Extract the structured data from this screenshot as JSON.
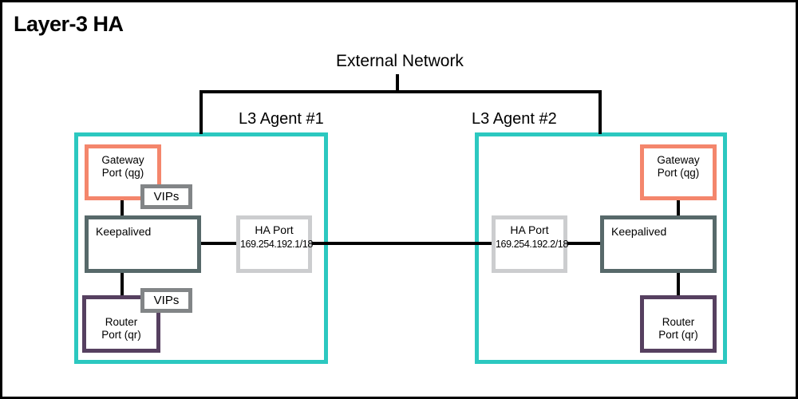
{
  "title": "Layer-3 HA",
  "external_network_label": "External Network",
  "agent1": {
    "label": "L3 Agent #1",
    "gateway_line1": "Gateway",
    "gateway_line2": "Port (qg)",
    "keepalived": "Keepalived",
    "ha_port_name": "HA Port",
    "ha_port_cidr": "169.254.192.1/18",
    "router_line1": "Router",
    "router_line2": "Port (qr)",
    "vips_top": "VIPs",
    "vips_bottom": "VIPs"
  },
  "agent2": {
    "label": "L3 Agent #2",
    "gateway_line1": "Gateway",
    "gateway_line2": "Port (qg)",
    "keepalived": "Keepalived",
    "ha_port_name": "HA Port",
    "ha_port_cidr": "169.254.192.2/18",
    "router_line1": "Router",
    "router_line2": "Port (qr)"
  },
  "colors": {
    "teal": "#2CC8C0",
    "salmon": "#F4866C",
    "slate": "#57696A",
    "purple": "#564060",
    "vips_gray": "#828587",
    "ha_gray": "#CCCDCF",
    "line_black": "#000000"
  }
}
